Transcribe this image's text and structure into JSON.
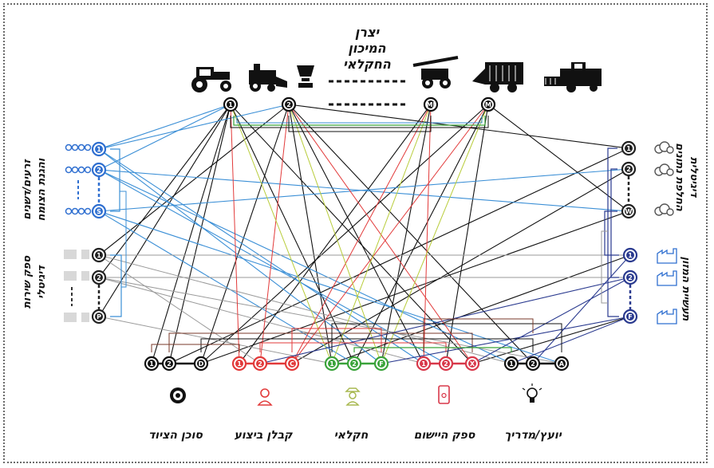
{
  "title": {
    "line1": "יצרן",
    "line2": "המיכון",
    "line3": "החקלאי"
  },
  "left_groups": {
    "seeds": {
      "line1": "זרעים/דשנים",
      "line2": "והגנת הצומח",
      "nodes": [
        "1",
        "2",
        "S"
      ]
    },
    "service": {
      "line1": "ספק שירות",
      "line2": "דיגיטלי",
      "nodes": [
        "1",
        "2",
        "P"
      ]
    }
  },
  "right_groups": {
    "data_exchange": {
      "line1": "החלפת נתונים",
      "line2": "דיגיטלית",
      "nodes": [
        "1",
        "2",
        "W"
      ]
    },
    "food_industry": {
      "line1": "תעשיית המזון",
      "nodes": [
        "1",
        "2",
        "F"
      ]
    }
  },
  "top_nodes": [
    "1",
    "2",
    "MJ",
    "M"
  ],
  "bottom_groups": [
    {
      "label": "סוכן הציוד",
      "nodes": [
        "1",
        "2",
        "D"
      ],
      "color": "#111111",
      "icon": "dealer-icon"
    },
    {
      "label": "קבלן ביצוע",
      "nodes": [
        "1",
        "2",
        "C"
      ],
      "color": "#e23a3a",
      "icon": "contractor-icon"
    },
    {
      "label": "חקלאי",
      "nodes": [
        "1",
        "2",
        "F"
      ],
      "color": "#3aa33a",
      "icon": "farmer-icon"
    },
    {
      "label": "ספק היישום",
      "nodes": [
        "1",
        "2",
        "X"
      ],
      "color": "#d8384a",
      "icon": "app-provider-icon"
    },
    {
      "label": "יועץ/מדריך",
      "nodes": [
        "1",
        "2",
        "A"
      ],
      "color": "#111111",
      "icon": "advisor-icon"
    }
  ],
  "colors": {
    "black": "#111111",
    "blue": "#2f6fd0",
    "light_blue": "#3b8fd6",
    "red": "#e23a3a",
    "green": "#3aa33a",
    "lime": "#b8cc3a",
    "grey": "#9a9a9a",
    "navy": "#2a3a8f",
    "brown": "#7a3a2a"
  }
}
